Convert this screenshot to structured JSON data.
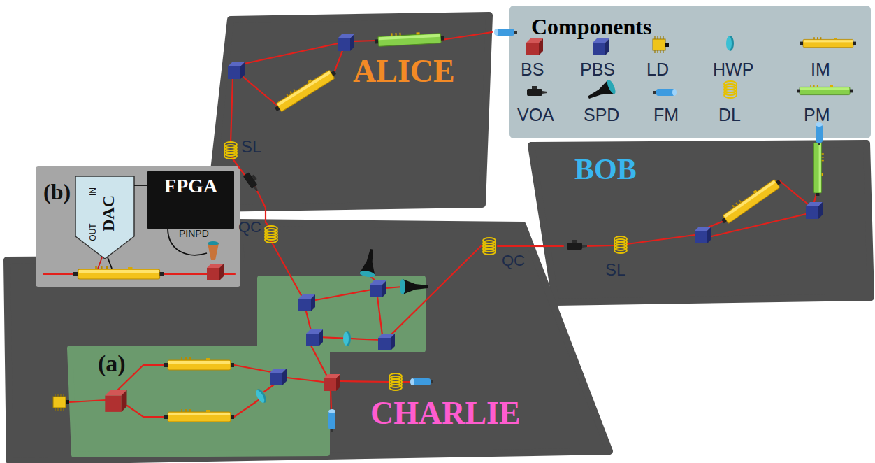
{
  "diagram": {
    "nodes": [
      {
        "text": [
          "ALICE"
        ]
      },
      {
        "text": [
          "Components"
        ]
      },
      {
        "text": [
          "BOB"
        ]
      },
      {
        "text": [
          "CHARLIE"
        ]
      },
      {
        "text": [
          "(a)"
        ],
        "in": 3
      },
      {
        "text": [
          "(b)"
        ]
      },
      {
        "text": [
          "FPGA"
        ],
        "in": 5
      },
      {
        "text": [
          "OUT",
          "DAC",
          "IN"
        ],
        "in": 5
      }
    ],
    "edges": [
      {
        "from": 0,
        "to": 3,
        "arrow": "none"
      },
      {
        "from": 2,
        "to": 3,
        "arrow": "none"
      },
      {
        "from": 6,
        "to": 7,
        "arrow": "none"
      }
    ],
    "labels": [
      "SL",
      "QC",
      "QC",
      "SL",
      "PINPD"
    ],
    "legend": [
      {
        "text": "BS"
      },
      {
        "text": "PBS"
      },
      {
        "text": "LD"
      },
      {
        "text": "HWP"
      },
      {
        "text": "IM"
      },
      {
        "text": "VOA"
      },
      {
        "text": "SPD"
      },
      {
        "text": "FM"
      },
      {
        "text": "DL"
      },
      {
        "text": "PM"
      }
    ]
  }
}
